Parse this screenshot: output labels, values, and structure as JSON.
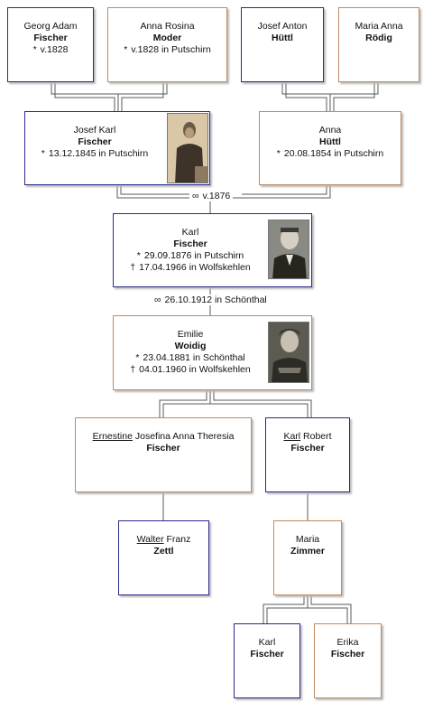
{
  "symbols": {
    "born": "*",
    "died": "†",
    "married": "∞"
  },
  "colors": {
    "male_border": "#2a2a8c",
    "female_border": "#c08a60",
    "line": "#5a5a5a"
  },
  "people": {
    "georg": {
      "first": "Georg Adam",
      "surname": "Fischer",
      "born": "v.1828"
    },
    "anna_rosina": {
      "first": "Anna Rosina",
      "surname": "Moder",
      "born": "v.1828 in Putschirn"
    },
    "josef_anton": {
      "first": "Josef Anton",
      "surname": "Hüttl"
    },
    "maria_anna": {
      "first": "Maria Anna",
      "surname": "Rödig"
    },
    "josef_karl": {
      "first": "Josef Karl",
      "surname": "Fischer",
      "born": "13.12.1845 in Putschirn"
    },
    "anna": {
      "first": "Anna",
      "surname": "Hüttl",
      "born": "20.08.1854 in Putschirn"
    },
    "karl": {
      "first": "Karl",
      "surname": "Fischer",
      "born": "29.09.1876 in Putschirn",
      "died": "17.04.1966 in Wolfskehlen"
    },
    "emilie": {
      "first": "Emilie",
      "surname": "Woidig",
      "born": "23.04.1881 in Schönthal",
      "died": "04.01.1960 in Wolfskehlen"
    },
    "ernestine": {
      "first_underlined": "Ernestine",
      "first_rest": "Josefina Anna Theresia",
      "surname": "Fischer"
    },
    "karl_robert": {
      "first_underlined": "Karl",
      "first_rest": "Robert",
      "surname": "Fischer"
    },
    "walter": {
      "first_underlined": "Walter",
      "first_rest": "Franz",
      "surname": "Zettl"
    },
    "maria": {
      "first": "Maria",
      "surname": "Zimmer"
    },
    "karl_jr": {
      "first": "Karl",
      "surname": "Fischer"
    },
    "erika": {
      "first": "Erika",
      "surname": "Fischer"
    }
  },
  "marriages": {
    "josef_karl_anna": "v.1876",
    "karl_emilie": "26.10.1912 in Schönthal"
  }
}
